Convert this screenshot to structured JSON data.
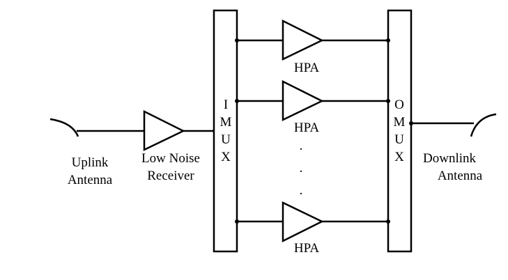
{
  "uplink_antenna": {
    "line1": "Uplink",
    "line2": "Antenna"
  },
  "lna": {
    "line1": "Low Noise",
    "line2": "Receiver"
  },
  "imux": {
    "letters": [
      "I",
      "M",
      "U",
      "X"
    ]
  },
  "omux": {
    "letters": [
      "O",
      "M",
      "U",
      "X"
    ]
  },
  "hpa": {
    "labels": [
      "HPA",
      "HPA",
      "HPA"
    ]
  },
  "ellipsis": ".",
  "downlink_antenna": {
    "line1": "Downlink",
    "line2": "Antenna"
  }
}
